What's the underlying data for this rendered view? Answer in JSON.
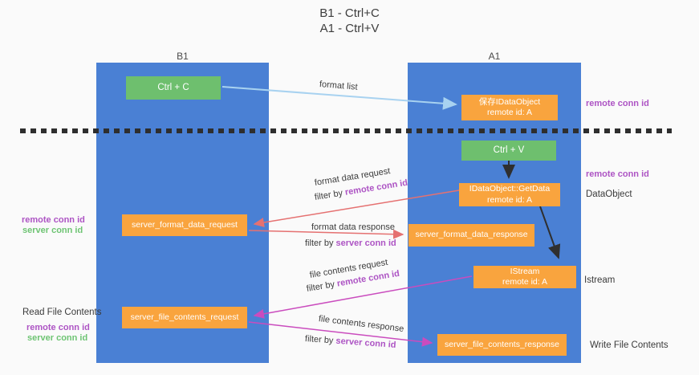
{
  "title": {
    "line1": "B1 - Ctrl+C",
    "line2": "A1 - Ctrl+V"
  },
  "columns": {
    "left": {
      "name": "B1",
      "role": "connection"
    },
    "right": {
      "name": "A1",
      "role": "remote"
    }
  },
  "boxes": {
    "ctrl_c": "Ctrl + C",
    "ctrl_v": "Ctrl + V",
    "save_dataobject_line1": "保存IDataObject",
    "save_dataobject_line2": "remote id: A",
    "getdata_line1": "IDataObject::GetData",
    "getdata_line2": "remote id: A",
    "istream_line1": "IStream",
    "istream_line2": "remote id: A",
    "server_format_data_request": "server_format_data_request",
    "server_format_data_response": "server_format_data_response",
    "server_file_contents_request": "server_file_contents_request",
    "server_file_contents_response": "server_file_contents_response"
  },
  "arrow_labels": {
    "format_list": "format list",
    "format_data_request": "format data request",
    "format_data_response": "format data response",
    "file_contents_request": "file contents request",
    "file_contents_response": "file contents response",
    "filter_by": "filter by"
  },
  "keys": {
    "remote_conn_id": "remote conn id",
    "server_conn_id": "server conn id"
  },
  "side_labels": {
    "dataobject": "DataObject",
    "istream": "Istream",
    "read_file_contents": "Read File Contents",
    "write_file_contents": "Write File Contents"
  },
  "colors": {
    "column_blue": "#4a80d4",
    "box_orange": "#f9a43e",
    "box_green": "#6ebf6e",
    "purple_text": "#ad54c4",
    "green_text": "#6ec473",
    "arrow_salmon": "#e57171",
    "arrow_magenta": "#ca4cbe",
    "arrow_light_blue": "#a8d2f0",
    "arrow_black": "#2f2f2f"
  }
}
